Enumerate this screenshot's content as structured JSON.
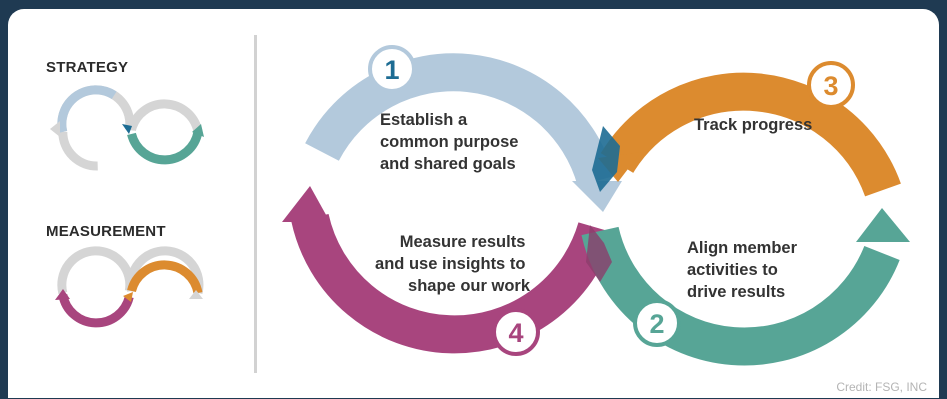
{
  "legend": {
    "strategy_label": "STRATEGY",
    "measurement_label": "MEASUREMENT"
  },
  "steps": [
    {
      "number": "1",
      "lines": [
        "Establish a",
        "common purpose",
        "and shared goals"
      ],
      "color": "#b3c9dc"
    },
    {
      "number": "2",
      "lines": [
        "Align member",
        "activities to",
        "drive results"
      ],
      "color": "#57a596"
    },
    {
      "number": "3",
      "lines": [
        "Track progress"
      ],
      "color": "#dc8b2f"
    },
    {
      "number": "4",
      "lines": [
        "Measure results",
        "and use insights to",
        "shape our work"
      ],
      "color": "#a8457e"
    }
  ],
  "colors": {
    "background": "#1f3a52",
    "neutral_arrow": "#d5d5d5",
    "overlap_blue": "#1d6c93"
  },
  "credit": "Credit: FSG, INC"
}
